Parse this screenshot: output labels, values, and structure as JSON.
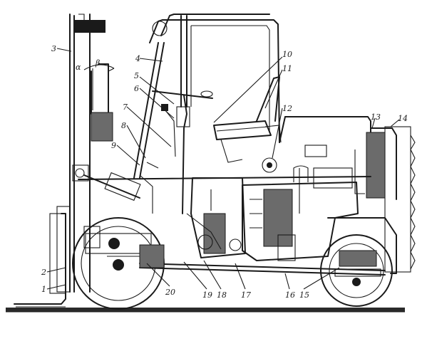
{
  "diagram": {
    "callouts": [
      {
        "id": "c1",
        "label": "1"
      },
      {
        "id": "c2",
        "label": "2"
      },
      {
        "id": "c3",
        "label": "3"
      },
      {
        "id": "c4",
        "label": "4"
      },
      {
        "id": "c5",
        "label": "5"
      },
      {
        "id": "c6",
        "label": "6"
      },
      {
        "id": "c7",
        "label": "7"
      },
      {
        "id": "c8",
        "label": "8"
      },
      {
        "id": "c9",
        "label": "9"
      },
      {
        "id": "c10",
        "label": "10"
      },
      {
        "id": "c11",
        "label": "11"
      },
      {
        "id": "c12",
        "label": "12"
      },
      {
        "id": "c13",
        "label": "13"
      },
      {
        "id": "c14",
        "label": "14"
      },
      {
        "id": "c15",
        "label": "15"
      },
      {
        "id": "c16",
        "label": "16"
      },
      {
        "id": "c17",
        "label": "17"
      },
      {
        "id": "c18",
        "label": "18"
      },
      {
        "id": "c19",
        "label": "19"
      },
      {
        "id": "c20",
        "label": "20"
      }
    ],
    "angle_symbol": "α",
    "angle_symbol2": "β"
  }
}
